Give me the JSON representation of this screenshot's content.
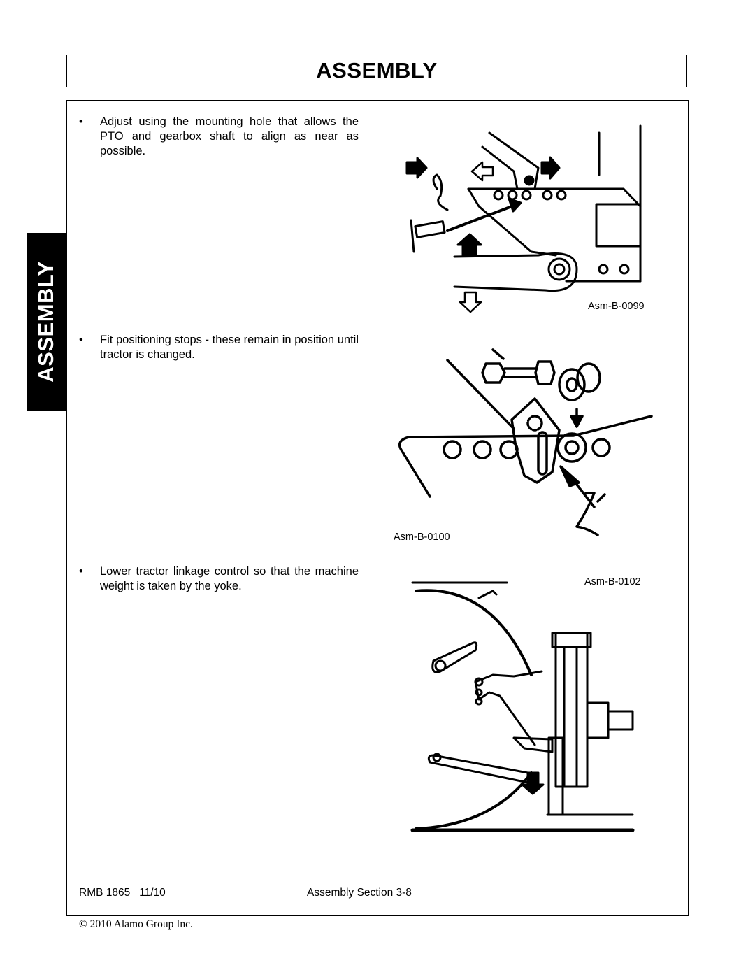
{
  "header": {
    "title": "ASSEMBLY"
  },
  "side_tab": {
    "label": "ASSEMBLY"
  },
  "bullets": [
    {
      "symbol": "•",
      "text": "Adjust using the mounting hole that allows the PTO and gearbox shaft to align as near as possible."
    },
    {
      "symbol": "•",
      "text": "Fit positioning stops - these remain in position until tractor is changed."
    },
    {
      "symbol": "•",
      "text": "Lower tractor linkage control so that the machine weight is taken by the yoke."
    }
  ],
  "figures": [
    {
      "label": "Asm-B-0099"
    },
    {
      "label": "Asm-B-0100"
    },
    {
      "label": "Asm-B-0102"
    }
  ],
  "footer": {
    "doc_id": "RMB 1865   11/10",
    "section": "Assembly Section 3-8",
    "copyright": "© 2010 Alamo Group Inc."
  }
}
